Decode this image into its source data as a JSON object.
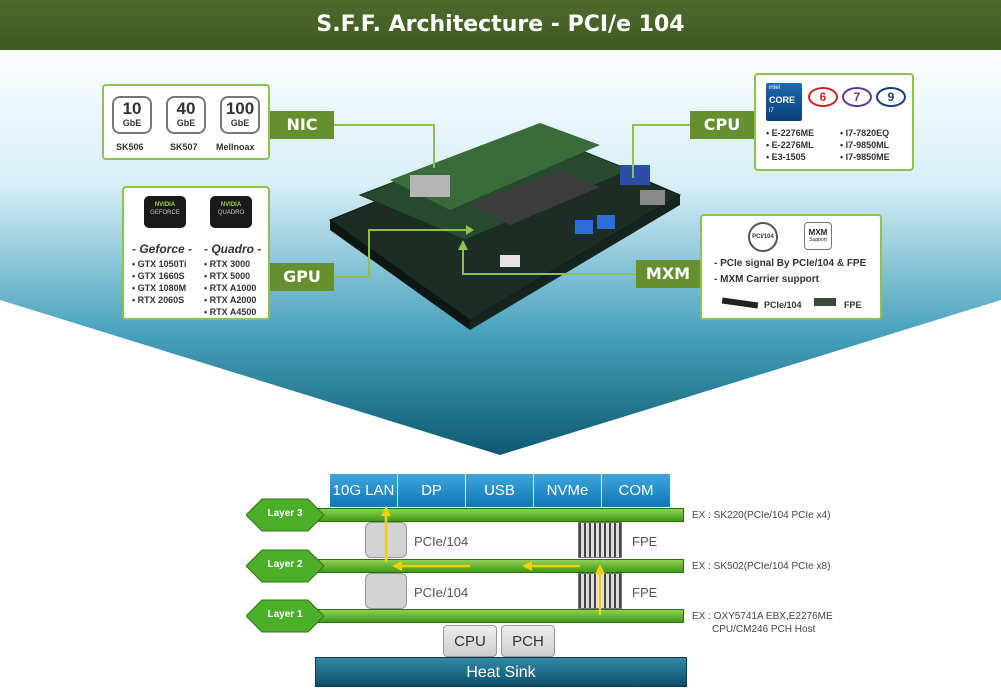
{
  "title": "S.F.F. Architecture - PCI/e 104",
  "nic": {
    "tag": "NIC",
    "cards": [
      {
        "num": "10",
        "unit": "GbE",
        "model": "SK506"
      },
      {
        "num": "40",
        "unit": "GbE",
        "model": "SK507"
      },
      {
        "num": "100",
        "unit": "GbE",
        "model": "Mellnoax"
      }
    ]
  },
  "gpu": {
    "tag": "GPU",
    "geforce_logo": "GEFORCE",
    "quadro_logo": "QUADRO",
    "nvidia": "NVIDIA",
    "geforce_title": "- Geforce -",
    "quadro_title": "- Quadro -",
    "geforce_models": [
      "GTX 1050Ti",
      "GTX 1660S",
      "GTX 1080M",
      "RTX 2060S"
    ],
    "quadro_models": [
      "RTX 3000",
      "RTX 5000",
      "RTX A1000",
      "RTX A2000",
      "RTX A4500"
    ]
  },
  "cpu": {
    "tag": "CPU",
    "badge_intel": "intel",
    "badge_core": "CORE",
    "badge_i7": "i7",
    "gen_badges": [
      "6",
      "7",
      "9"
    ],
    "left_models": [
      "E-2276ME",
      "E-2276ML",
      "E3-1505"
    ],
    "right_models": [
      "I7-7820EQ",
      "I7-9850ML",
      "I7-9850ME"
    ]
  },
  "mxm": {
    "tag": "MXM",
    "pcie_badge": "PCI/104",
    "mxm_badge_top": "MXM",
    "mxm_badge_bottom": "Support",
    "bullets": [
      "- PCIe signal By PCIe/104 & FPE",
      "- MXM Carrier support"
    ],
    "connector_labels": [
      "PCIe/104",
      "FPE"
    ]
  },
  "stack": {
    "interfaces": [
      "10G LAN",
      "DP",
      "USB",
      "NVMe",
      "COM"
    ],
    "layers": [
      "Layer 3",
      "Layer 2",
      "Layer 1"
    ],
    "connector_left": [
      "PCIe/104",
      "PCIe/104"
    ],
    "connector_right": [
      "FPE",
      "FPE"
    ],
    "examples": [
      "EX : SK220(PCIe/104 PCIe x4)",
      "EX : SK502(PCIe/104 PCIe x8)",
      "EX : OXY5741A EBX,E2276ME",
      "CPU/CM246 PCH Host"
    ],
    "chips": [
      "CPU",
      "PCH"
    ],
    "heatsink": "Heat Sink"
  },
  "colors": {
    "accent_green": "#66902e",
    "callout_border": "#8ec24a",
    "interface_blue": "#1f8ccb",
    "teal": "#0f5a74"
  }
}
